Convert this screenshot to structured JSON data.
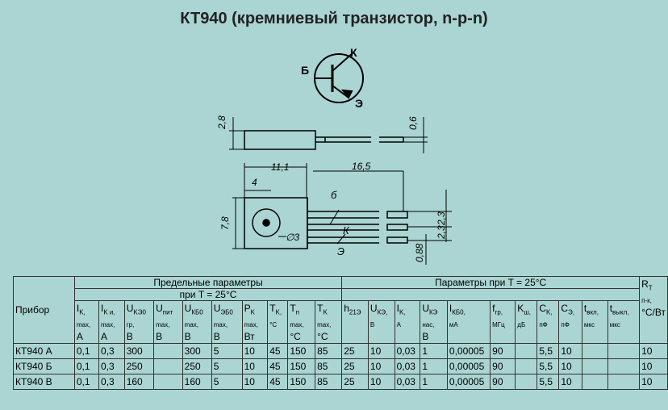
{
  "title": "КТ940 (кремниевый транзистор, n-p-n)",
  "symbol": {
    "collector": "К",
    "base": "Б",
    "emitter": "Э"
  },
  "drawing": {
    "dims": [
      "2,8",
      "0,6",
      "11,1",
      "16,5",
      "4",
      "7,8",
      "2,3",
      "2,3",
      "0,88",
      "∅3"
    ],
    "pins": [
      "б",
      "К",
      "Э"
    ]
  },
  "table": {
    "pribor": "Прибор",
    "limits_header": "Предельные параметры",
    "limits_sub": "при T = 25°C",
    "params_header": "Параметры при T = 25°C",
    "rt": {
      "main": "R",
      "sub": "T",
      "line2": "п-к,",
      "line3": "°C/Вт"
    },
    "cols": [
      {
        "main": "I",
        "sub": "K,",
        "l2": "max,",
        "l3": "A"
      },
      {
        "main": "I",
        "sub": "K и,",
        "l2": "max,",
        "l3": "A"
      },
      {
        "main": "U",
        "sub": "KЭ0",
        "l2": "гр,",
        "l3": "В"
      },
      {
        "main": "U",
        "sub": "пит",
        "l2": "max,",
        "l3": "В"
      },
      {
        "main": "U",
        "sub": "КБ0",
        "l2": "max,",
        "l3": "В"
      },
      {
        "main": "U",
        "sub": "ЭБ0",
        "l2": "max,",
        "l3": "В"
      },
      {
        "main": "P",
        "sub": "K",
        "l2": "max,",
        "l3": "Вт"
      },
      {
        "main": "T",
        "sub": "K,",
        "l2": "°C",
        "l3": ""
      },
      {
        "main": "T",
        "sub": "п",
        "l2": "max,",
        "l3": "°C"
      },
      {
        "main": "T",
        "sub": "K",
        "l2": "max,",
        "l3": "°C"
      },
      {
        "main": "h",
        "sub": "21Э",
        "l2": "",
        "l3": ""
      },
      {
        "main": "U",
        "sub": "КЭ,",
        "l2": "В",
        "l3": ""
      },
      {
        "main": "I",
        "sub": "K,",
        "l2": "A",
        "l3": ""
      },
      {
        "main": "U",
        "sub": "КЭ",
        "l2": "нас,",
        "l3": "В"
      },
      {
        "main": "I",
        "sub": "КБ0,",
        "l2": "мА",
        "l3": ""
      },
      {
        "main": "f",
        "sub": "гр,",
        "l2": "МГц",
        "l3": ""
      },
      {
        "main": "K",
        "sub": "ш,",
        "l2": "дБ",
        "l3": ""
      },
      {
        "main": "C",
        "sub": "K,",
        "l2": "пФ",
        "l3": ""
      },
      {
        "main": "C",
        "sub": "Э,",
        "l2": "пФ",
        "l3": ""
      },
      {
        "main": "t",
        "sub": "вкл,",
        "l2": "мкс",
        "l3": ""
      },
      {
        "main": "t",
        "sub": "выкл,",
        "l2": "мкс",
        "l3": ""
      }
    ],
    "rows": [
      [
        "КТ940 А",
        "0,1",
        "0,3",
        "300",
        "",
        "300",
        "5",
        "10",
        "45",
        "150",
        "85",
        "25",
        "10",
        "0,03",
        "1",
        "0,00005",
        "90",
        "",
        "5,5",
        "10",
        "",
        "",
        "10"
      ],
      [
        "КТ940 Б",
        "0,1",
        "0,3",
        "250",
        "",
        "250",
        "5",
        "10",
        "45",
        "150",
        "85",
        "25",
        "10",
        "0,03",
        "1",
        "0,00005",
        "90",
        "",
        "5,5",
        "10",
        "",
        "",
        "10"
      ],
      [
        "КТ940 В",
        "0,1",
        "0,3",
        "160",
        "",
        "160",
        "5",
        "10",
        "45",
        "150",
        "85",
        "25",
        "10",
        "0,03",
        "1",
        "0,00005",
        "90",
        "",
        "5,5",
        "10",
        "",
        "",
        "10"
      ]
    ]
  }
}
